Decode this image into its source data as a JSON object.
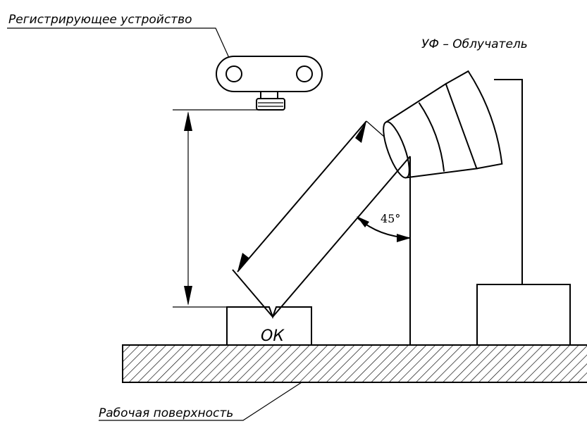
{
  "labels": {
    "recorder": "Регистрирующее устройство",
    "uv_lamp": "УФ – Облучатель",
    "work_surface": "Рабочая поверхность",
    "sample": "ОК",
    "angle": "45°"
  },
  "colors": {
    "line": "#000000",
    "background": "#ffffff"
  }
}
